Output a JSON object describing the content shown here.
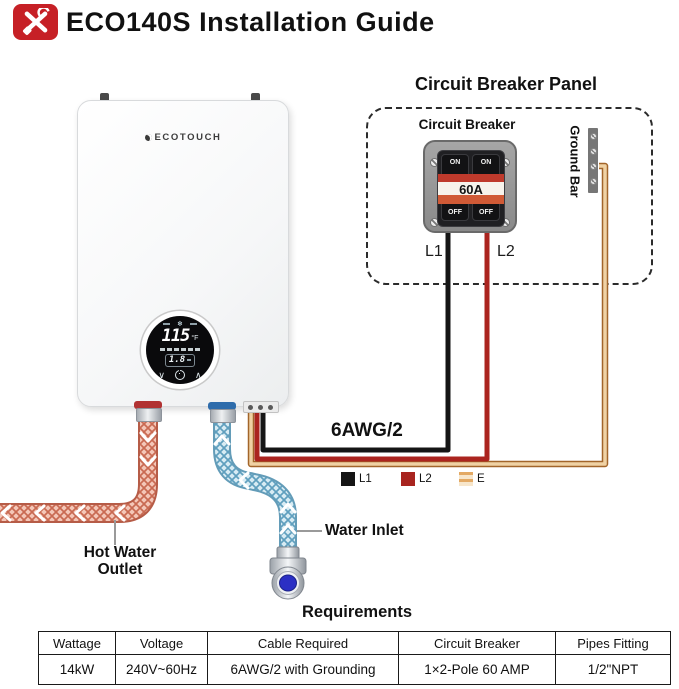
{
  "header": {
    "title": "ECO140S Installation Guide"
  },
  "heater": {
    "brand": "ECOTOUCH",
    "display": {
      "temperature": "115",
      "unit": "°F",
      "flow": "1.8"
    }
  },
  "breaker_panel": {
    "title": "Circuit Breaker Panel",
    "breaker_label": "Circuit Breaker",
    "rating": "60A",
    "on_label": "ON",
    "off_label": "OFF",
    "pole1": "L1",
    "pole2": "L2",
    "ground_bar_label": "Ground Bar"
  },
  "wiring": {
    "cable_label": "6AWG/2",
    "legend": [
      {
        "label": "L1",
        "color": "#151515"
      },
      {
        "label": "L2",
        "color": "#a8241f"
      },
      {
        "label": "E",
        "color": "#e9c194"
      }
    ]
  },
  "plumbing": {
    "hot_outlet_line1": "Hot Water",
    "hot_outlet_line2": "Outlet",
    "inlet_label": "Water Inlet"
  },
  "requirements": {
    "title": "Requirements",
    "headers": [
      "Wattage",
      "Voltage",
      "Cable Required",
      "Circuit Breaker",
      "Pipes Fitting"
    ],
    "values": [
      "14kW",
      "240V~60Hz",
      "6AWG/2 with Grounding",
      "1×2-Pole 60 AMP",
      "1/2\"NPT"
    ]
  },
  "icons": {
    "snowflake": "❄",
    "chevron_down": "∨",
    "chevron_up": "∧"
  },
  "colors": {
    "accent_red": "#c62026",
    "wire_l1": "#151515",
    "wire_l2": "#ab241f",
    "wire_ground": "#f0d2a4",
    "hot_pipe": "#f4c7b8",
    "cold_pipe": "#d8ecf4",
    "valve_blue": "#2b2fc4"
  }
}
